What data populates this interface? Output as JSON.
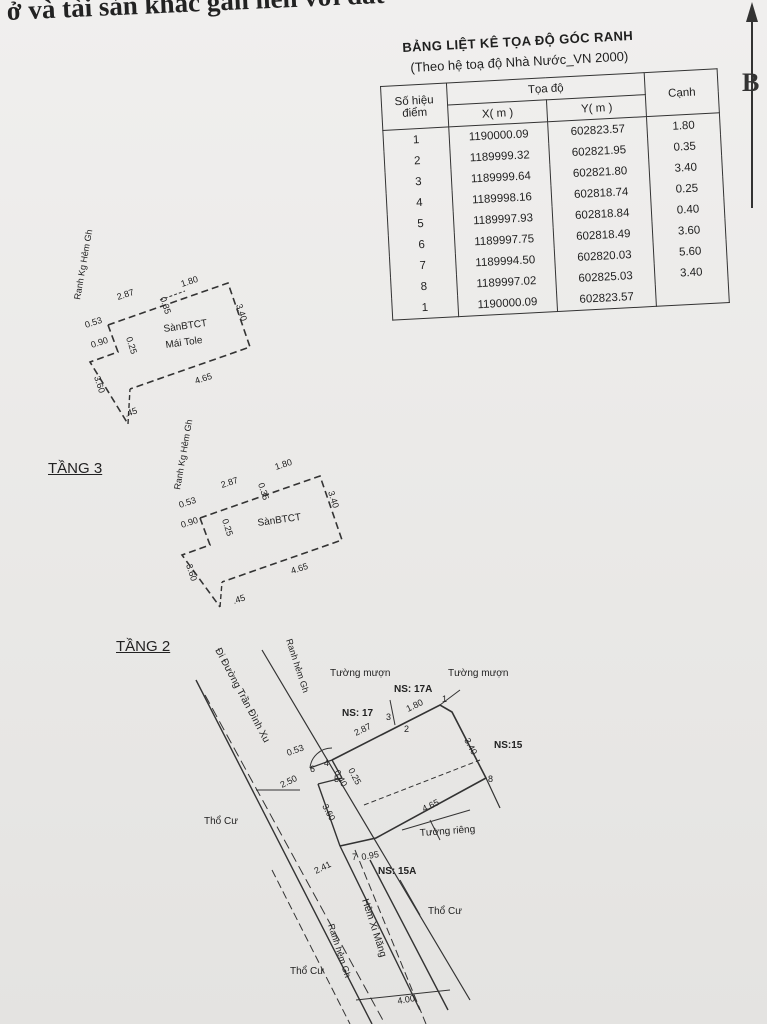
{
  "header": "ở và tài sản khác gắn liền với đất",
  "table": {
    "title": "BẢNG LIỆT KÊ TỌA ĐỘ GÓC RANH",
    "subtitle": "(Theo hệ toạ độ Nhà Nước_VN 2000)",
    "col_point_line1": "Số hiệu",
    "col_point_line2": "điểm",
    "col_coord": "Tọa độ",
    "col_x": "X( m )",
    "col_y": "Y( m )",
    "col_edge": "Cạnh",
    "rows": [
      {
        "point": "1",
        "x": "1190000.09",
        "y": "602823.57",
        "edge": "1.80"
      },
      {
        "point": "2",
        "x": "1189999.32",
        "y": "602821.95",
        "edge": "0.35"
      },
      {
        "point": "3",
        "x": "1189999.64",
        "y": "602821.80",
        "edge": "3.40"
      },
      {
        "point": "4",
        "x": "1189998.16",
        "y": "602818.74",
        "edge": "0.25"
      },
      {
        "point": "5",
        "x": "1189997.93",
        "y": "602818.84",
        "edge": "0.40"
      },
      {
        "point": "6",
        "x": "1189997.75",
        "y": "602818.49",
        "edge": "3.60"
      },
      {
        "point": "7",
        "x": "1189994.50",
        "y": "602820.03",
        "edge": "5.60"
      },
      {
        "point": "8",
        "x": "1189997.02",
        "y": "602825.03",
        "edge": "3.40"
      },
      {
        "point": "1",
        "x": "1190000.09",
        "y": "602823.57",
        "edge": ""
      }
    ]
  },
  "north_letter": "B",
  "top_plan": {
    "road_label": "Ranh Kg Hẻm Gh",
    "room_line1": "SànBTCT",
    "room_line2": "Mái Tole",
    "dims": {
      "d1": "1.80",
      "d2": "2.87",
      "d3": "3.40",
      "d4": "4.65",
      "d5": "0.53",
      "d6": "0.90",
      "d7": "0.25",
      "d8": "3.60",
      "d9": ".45",
      "d10": "0.35"
    }
  },
  "floor3": {
    "label": "TẦNG 3",
    "road_label": "Ranh Kg Hẻm Gh",
    "room": "SànBTCT",
    "dims": {
      "d1": "1.80",
      "d2": "2.87",
      "d3": "3.40",
      "d4": "4.65",
      "d5": "0.53",
      "d6": "0.90",
      "d7": "0.25",
      "d8": "3.60",
      "d9": ".45",
      "d10": "0.35"
    }
  },
  "floor2": {
    "label": "TẦNG 2",
    "street": "Đi Đường Trần Đình Xu",
    "ranh_hem_top": "Ranh hẻm Gh",
    "wall1": "Tường mượn",
    "wall2": "Tường mượn",
    "ns17a": "NS: 17A",
    "ns17": "NS: 17",
    "ns15": "NS:15",
    "ns15a": "NS: 15A",
    "wall_own": "Tường riêng",
    "tho_cu_left": "Thổ Cư",
    "tho_cu_right": "Thổ Cư",
    "tho_cu_bottom": "Thổ Cư",
    "alley": "Hẻm Xi Măng",
    "ranh_hem_bottom": "Ranh hẻm Gh",
    "dims": {
      "d180": "1.80",
      "d287": "2.87",
      "d340": "3.40",
      "d465": "4.65",
      "d053": "0.53",
      "d250": "2.50",
      "d040": "0.40",
      "d025": "0.25",
      "d360": "3.60",
      "d095": "0.95",
      "d241": "2.41",
      "d400": "4.00"
    },
    "points": {
      "p1": "1",
      "p2": "2",
      "p3": "3",
      "p4": "4",
      "p5": "5",
      "p6": "6",
      "p7": "7",
      "p8": "8"
    }
  }
}
